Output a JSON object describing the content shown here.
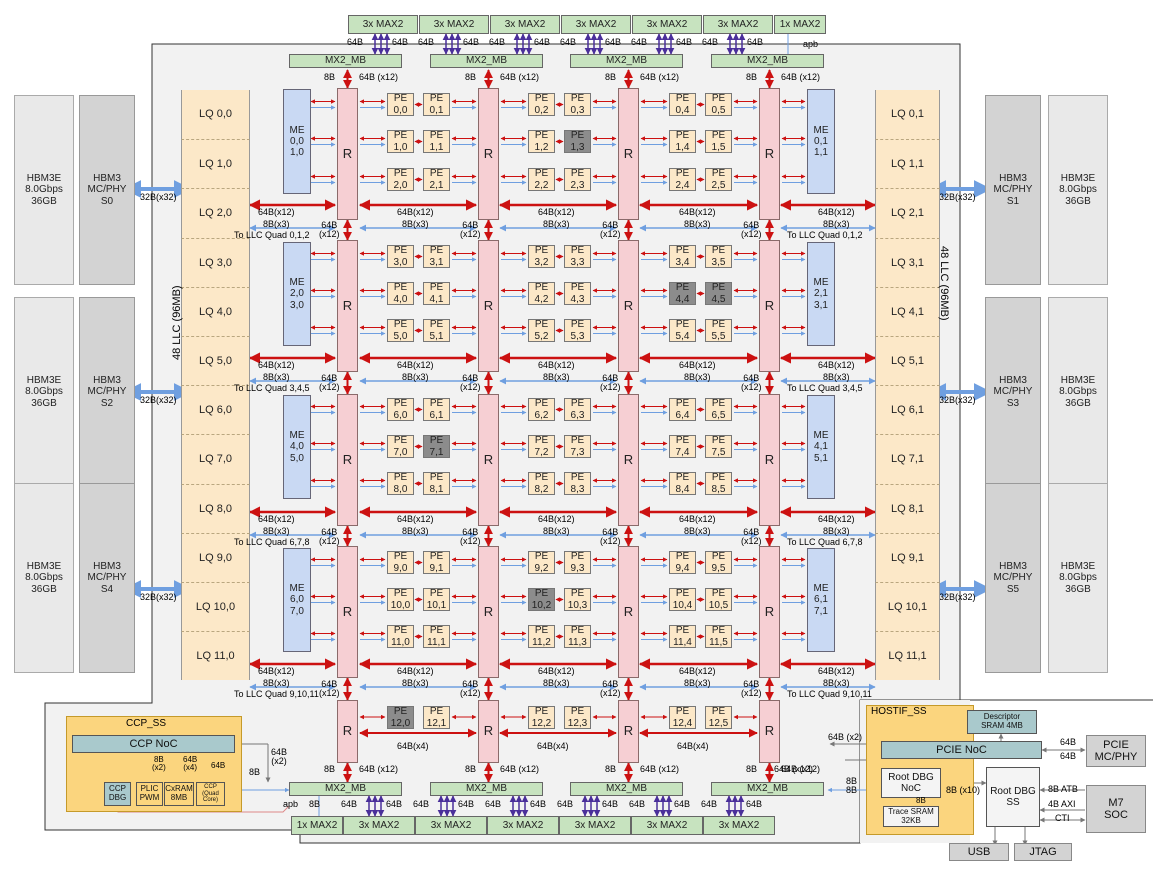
{
  "pe_row_labels": [
    [
      "0,0",
      "0,1",
      "0,2",
      "0,3",
      "0,4",
      "0,5"
    ],
    [
      "1,0",
      "1,1",
      "1,2",
      "1,3",
      "1,4",
      "1,5"
    ],
    [
      "2,0",
      "2,1",
      "2,2",
      "2,3",
      "2,4",
      "2,5"
    ],
    [
      "3,0",
      "3,1",
      "3,2",
      "3,3",
      "3,4",
      "3,5"
    ],
    [
      "4,0",
      "4,1",
      "4,2",
      "4,3",
      "4,4",
      "4,5"
    ],
    [
      "5,0",
      "5,1",
      "5,2",
      "5,3",
      "5,4",
      "5,5"
    ],
    [
      "6,0",
      "6,1",
      "6,2",
      "6,3",
      "6,4",
      "6,5"
    ],
    [
      "7,0",
      "7,1",
      "7,2",
      "7,3",
      "7,4",
      "7,5"
    ],
    [
      "8,0",
      "8,1",
      "8,2",
      "8,3",
      "8,4",
      "8,5"
    ],
    [
      "9,0",
      "9,1",
      "9,2",
      "9,3",
      "9,4",
      "9,5"
    ],
    [
      "10,0",
      "10,1",
      "10,2",
      "10,3",
      "10,4",
      "10,5"
    ],
    [
      "11,0",
      "11,1",
      "11,2",
      "11,3",
      "11,4",
      "11,5"
    ],
    [
      "12,0",
      "12,1",
      "12,2",
      "12,3",
      "12,4",
      "12,5"
    ]
  ],
  "pe_prefix": "PE",
  "disabled_pes": [
    "1,3",
    "4,4",
    "4,5",
    "7,1",
    "10,2",
    "12,0"
  ],
  "router_label": "R",
  "me_prefix": "ME",
  "me_left": [
    "0,0\n1,0",
    "2,0\n3,0",
    "4,0\n5,0",
    "6,0\n7,0"
  ],
  "me_right": [
    "0,1\n1,1",
    "2,1\n3,1",
    "4,1\n5,1",
    "6,1\n7,1"
  ],
  "lq_left": [
    "LQ 0,0",
    "LQ 1,0",
    "LQ 2,0",
    "LQ 3,0",
    "LQ 4,0",
    "LQ 5,0",
    "LQ 6,0",
    "LQ 7,0",
    "LQ 8,0",
    "LQ 9,0",
    "LQ 10,0",
    "LQ 11,0"
  ],
  "lq_right": [
    "LQ 0,1",
    "LQ 1,1",
    "LQ 2,1",
    "LQ 3,1",
    "LQ 4,1",
    "LQ 5,1",
    "LQ 6,1",
    "LQ 7,1",
    "LQ 8,1",
    "LQ 9,1",
    "LQ 10,1",
    "LQ 11,1"
  ],
  "llc_label": "48 LLC (96MB)",
  "hbm_label": "HBM3E\n8.0Gbps\n36GB",
  "mc_left": [
    "HBM3\nMC/PHY\nS0",
    "HBM3\nMC/PHY\nS2",
    "HBM3\nMC/PHY\nS4"
  ],
  "mc_right": [
    "HBM3\nMC/PHY\nS1",
    "HBM3\nMC/PHY\nS3",
    "HBM3\nMC/PHY\nS5"
  ],
  "hbm_link": "32B(x32)",
  "mx2_3x": "3x MAX2",
  "mx2_1x": "1x MAX2",
  "mx2_mb": "MX2_MB",
  "apb": "apb",
  "lab_8b": "8B",
  "lab_64b": "64B",
  "lab_64b_x12": "64B (x12)",
  "lab_64bx12": "64B(x12)",
  "lab_8bx3": "8B(x3)",
  "lab_64b_x12_v": "64B\n(x12)",
  "lab_64bx4": "64B(x4)",
  "llc_quads": [
    "To LLC Quad 0,1,2",
    "To LLC Quad 3,4,5",
    "To LLC Quad 6,7,8",
    "To LLC Quad 9,10,11"
  ],
  "ccp": {
    "title": "CCP_SS",
    "noc": "CCP NoC",
    "dbg": "CCP\nDBG",
    "plic": "PLIC\nPWM",
    "cxram": "CxRAM\n8MB",
    "ccp_core": "CCP\n(Quad\nCore)",
    "l_8b_x2": "8B\n(x2)",
    "l_64b_x4": "64B\n(x4)",
    "l_64b": "64B",
    "l_8b": "8B",
    "l_64b_x2": "64B\n(x2)"
  },
  "hostif": {
    "title": "HOSTIF_SS",
    "descriptor": "Descriptor\nSRAM 4MB",
    "pcie_noc": "PCIE NoC",
    "root_dbg_noc": "Root DBG\nNoC",
    "root_dbg_ss": "Root DBG\nSS",
    "trace_sram": "Trace SRAM\n32KB",
    "l_64b_x2": "64B (x2)",
    "l_8b": "8B",
    "l_8b_x10": "8B (x10)",
    "l_64b_x12": "64B (x12)",
    "l_64b": "64B",
    "l_8b_atb": "8B ATB",
    "l_4b_axi": "4B AXI",
    "l_cti": "CTI"
  },
  "external": {
    "pcie": "PCIE\nMC/PHY",
    "m7": "M7\nSOC",
    "usb": "USB",
    "jtag": "JTAG"
  },
  "colors": {
    "red": "#cc1111",
    "blue": "#6f9fe0",
    "purple": "#4a2f9a",
    "gray_line": "#777777"
  }
}
